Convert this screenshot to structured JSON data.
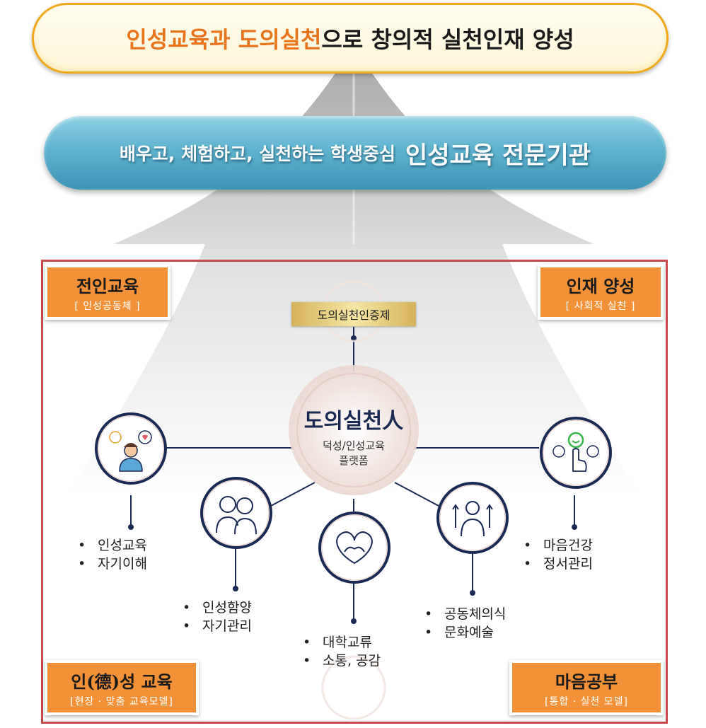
{
  "top_banner": {
    "highlight_1": "인성교육과",
    "space": " ",
    "highlight_2": "도의실천",
    "rest": "으로 창의적 실천인재 양성"
  },
  "mid_banner": {
    "pre": "배우고, 체험하고, 실천하는 학생중심",
    "main": "인성교육 전문기관"
  },
  "corners": {
    "top_left": {
      "title": "전인교육",
      "sub": "[ 인성공동체 ]"
    },
    "top_right": {
      "title": "인재 양성",
      "sub": "[ 사회적  실천 ]"
    },
    "bottom_left": {
      "title": "인(德)성 교육",
      "sub": "[현장 · 맞춤 교육모델]"
    },
    "bottom_right": {
      "title": "마음공부",
      "sub": "[통합 · 실천 모델]"
    }
  },
  "certification": "도의실천인증제",
  "center": {
    "title": "도의실천人",
    "sub_1": "덕성/인성교육",
    "sub_2": "플랫폼"
  },
  "nodes": [
    {
      "icon": "self-reflection-icon",
      "items": [
        "인성교육",
        "자기이해"
      ]
    },
    {
      "icon": "friends-icon",
      "items": [
        "인성함양",
        "자기관리"
      ]
    },
    {
      "icon": "heart-hands-icon",
      "items": [
        "대학교류",
        "소통, 공감"
      ]
    },
    {
      "icon": "growth-person-icon",
      "items": [
        "공동체의식",
        "문화예술"
      ]
    },
    {
      "icon": "emotion-select-icon",
      "items": [
        "마음건강",
        "정서관리"
      ]
    }
  ],
  "colors": {
    "orange": "#f29138",
    "red_frame": "#c9484c",
    "navy": "#1b2a55",
    "banner_blue": "#5fb3cf",
    "gold": "#d6b25a"
  }
}
